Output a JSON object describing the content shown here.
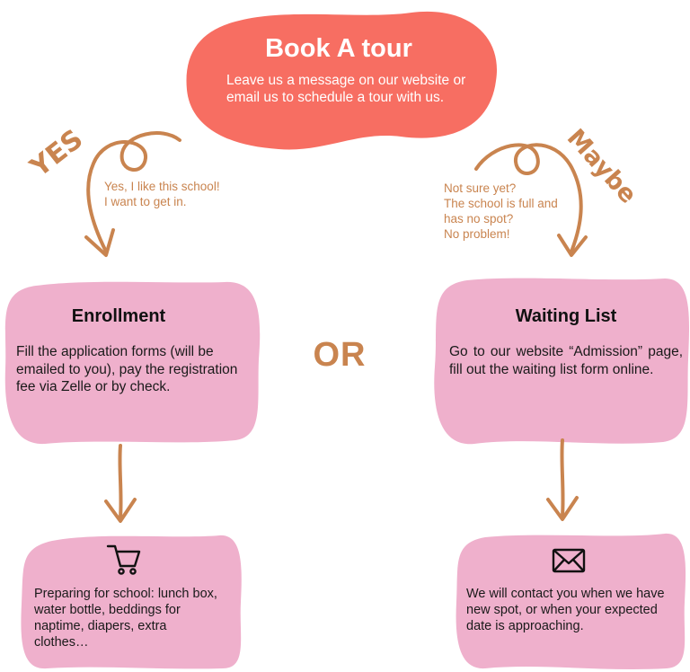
{
  "tour": {
    "title": "Book A tour",
    "body": "Leave us a message on our website or email us to schedule a tour with us."
  },
  "yes_branch": {
    "label": "YES",
    "note_lines": [
      "Yes, I like this school!",
      "I want to get in."
    ]
  },
  "maybe_branch": {
    "label": "Maybe",
    "note_lines": [
      "Not sure yet?",
      "The school is full and",
      "has no spot?",
      "No problem!"
    ]
  },
  "or_label": "OR",
  "enrollment": {
    "title": "Enrollment",
    "body": "Fill the application forms (will be emailed to you), pay the registration fee via Zelle or by check."
  },
  "waiting_list": {
    "title": "Waiting List",
    "body": "Go to our website “Admission” page, fill out the waiting list form online."
  },
  "preparing": {
    "icon": "shopping-cart-icon",
    "body": "Preparing for school: lunch box, water bottle, beddings for naptime, diapers, extra clothes…"
  },
  "contact": {
    "icon": "envelope-icon",
    "body": "We will contact you when we have new spot, or when your expected date is approaching."
  },
  "colors": {
    "tour_blob": "#f76e62",
    "box_pink": "#efb0cc",
    "accent_brown": "#c9844f",
    "icon_dark": "#111111"
  }
}
